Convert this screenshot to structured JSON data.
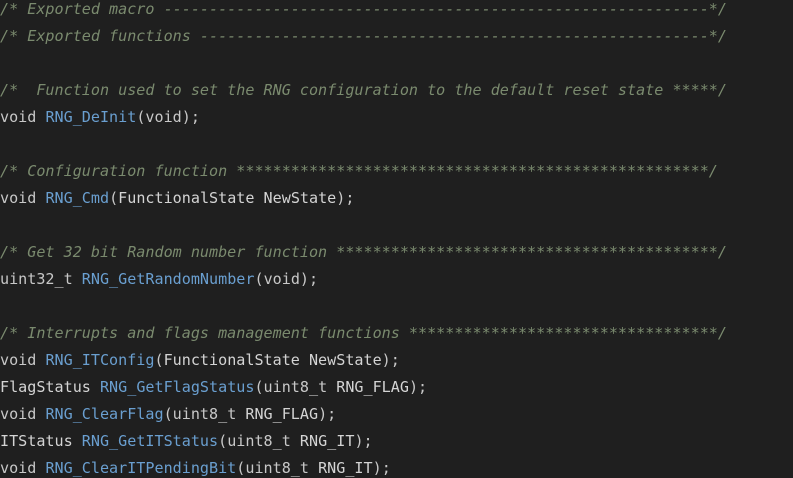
{
  "editor": {
    "colors": {
      "background": "#1f1f1f",
      "comment": "#7a8a6e",
      "keyword_type": "#c8c8c8",
      "function_name": "#6a9fd0",
      "plain": "#d4d4d4"
    },
    "lines": [
      [
        [
          "comment",
          "/* Exported macro ------------------------------------------------------------*/"
        ]
      ],
      [
        [
          "comment",
          "/* Exported functions --------------------------------------------------------*/"
        ]
      ],
      [],
      [
        [
          "comment",
          "/*  Function used to set the RNG configuration to the default reset state *****/"
        ]
      ],
      [
        [
          "type",
          "void "
        ],
        [
          "func",
          "RNG_DeInit"
        ],
        [
          "punct",
          "("
        ],
        [
          "type",
          "void"
        ],
        [
          "punct",
          ");"
        ]
      ],
      [],
      [
        [
          "comment",
          "/* Configuration function ****************************************************/"
        ]
      ],
      [
        [
          "type",
          "void "
        ],
        [
          "func",
          "RNG_Cmd"
        ],
        [
          "punct",
          "("
        ],
        [
          "plain",
          "FunctionalState NewState"
        ],
        [
          "punct",
          ");"
        ]
      ],
      [],
      [
        [
          "comment",
          "/* Get 32 bit Random number function ******************************************/"
        ]
      ],
      [
        [
          "type",
          "uint32_t "
        ],
        [
          "func",
          "RNG_GetRandomNumber"
        ],
        [
          "punct",
          "("
        ],
        [
          "type",
          "void"
        ],
        [
          "punct",
          ");"
        ]
      ],
      [],
      [
        [
          "comment",
          "/* Interrupts and flags management functions **********************************/"
        ]
      ],
      [
        [
          "type",
          "void "
        ],
        [
          "func",
          "RNG_ITConfig"
        ],
        [
          "punct",
          "("
        ],
        [
          "plain",
          "FunctionalState NewState"
        ],
        [
          "punct",
          ");"
        ]
      ],
      [
        [
          "plain",
          "FlagStatus "
        ],
        [
          "func",
          "RNG_GetFlagStatus"
        ],
        [
          "punct",
          "("
        ],
        [
          "type",
          "uint8_t "
        ],
        [
          "plain",
          "RNG_FLAG"
        ],
        [
          "punct",
          ");"
        ]
      ],
      [
        [
          "type",
          "void "
        ],
        [
          "func",
          "RNG_ClearFlag"
        ],
        [
          "punct",
          "("
        ],
        [
          "type",
          "uint8_t "
        ],
        [
          "plain",
          "RNG_FLAG"
        ],
        [
          "punct",
          ");"
        ]
      ],
      [
        [
          "plain",
          "ITStatus "
        ],
        [
          "func",
          "RNG_GetITStatus"
        ],
        [
          "punct",
          "("
        ],
        [
          "type",
          "uint8_t "
        ],
        [
          "plain",
          "RNG_IT"
        ],
        [
          "punct",
          ");"
        ]
      ],
      [
        [
          "type",
          "void "
        ],
        [
          "func",
          "RNG_ClearITPendingBit"
        ],
        [
          "punct",
          "("
        ],
        [
          "type",
          "uint8_t "
        ],
        [
          "plain",
          "RNG_IT"
        ],
        [
          "punct",
          ");"
        ]
      ]
    ]
  }
}
